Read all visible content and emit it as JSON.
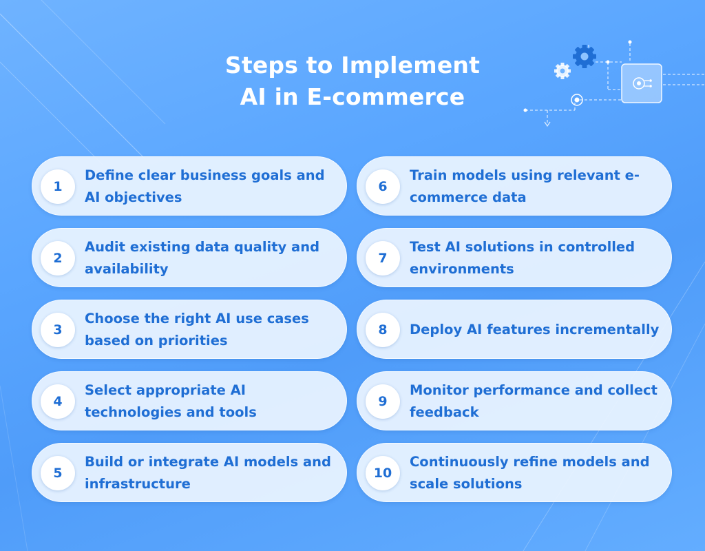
{
  "title": {
    "line1": "Steps to Implement",
    "line2": "AI in E-commerce"
  },
  "icons": {
    "decoration": [
      "gear-icon",
      "gear-icon",
      "ai-chip-icon"
    ]
  },
  "colors": {
    "background": "#5aa6ff",
    "card": "#ebf4ff",
    "accent_text": "#1f6ed4",
    "title_text": "#ffffff"
  },
  "steps": [
    {
      "num": "1",
      "text": "Define clear business goals and AI objectives"
    },
    {
      "num": "2",
      "text": "Audit existing data quality and availability"
    },
    {
      "num": "3",
      "text": "Choose the right AI use cases based on priorities"
    },
    {
      "num": "4",
      "text": "Select appropriate AI technologies and tools"
    },
    {
      "num": "5",
      "text": "Build or integrate AI models and infrastructure"
    },
    {
      "num": "6",
      "text": "Train models using relevant e-commerce data"
    },
    {
      "num": "7",
      "text": "Test AI solutions in controlled environments"
    },
    {
      "num": "8",
      "text": "Deploy AI features incrementally"
    },
    {
      "num": "9",
      "text": "Monitor performance and collect feedback"
    },
    {
      "num": "10",
      "text": "Continuously refine models and scale solutions"
    }
  ]
}
